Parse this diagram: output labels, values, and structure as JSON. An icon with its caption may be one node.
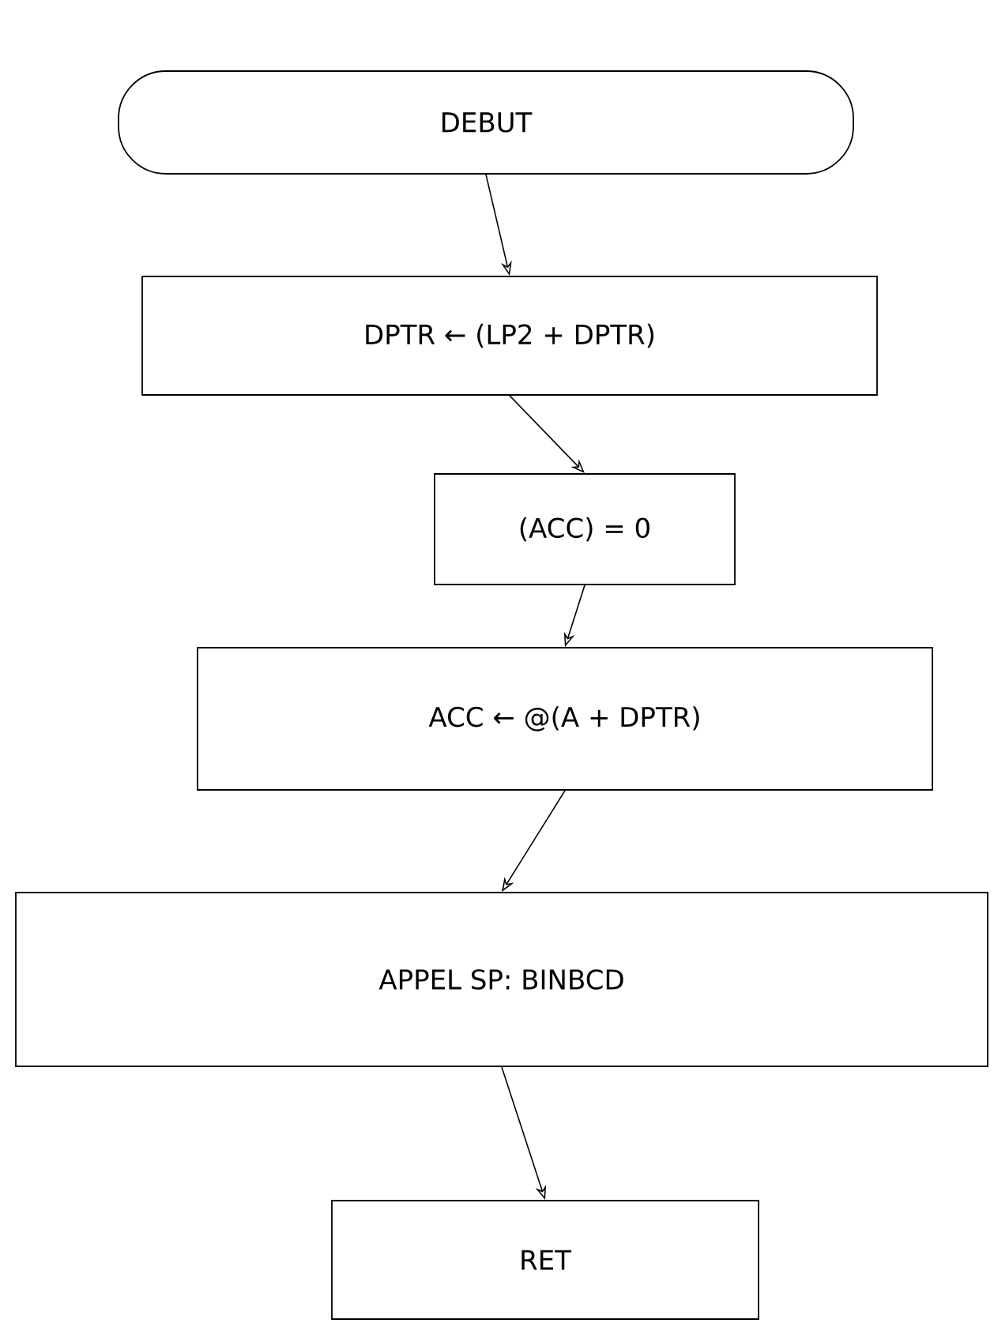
{
  "diagram": {
    "nodes": [
      {
        "text": [
          "DEBUT"
        ]
      },
      {
        "text": [
          "DPTR ← (LP2 + DPTR)"
        ]
      },
      {
        "text": [
          "(ACC) = 0"
        ]
      },
      {
        "text": [
          "ACC ← @(A + DPTR)"
        ]
      },
      {
        "text": [
          "APPEL SP: BINBCD"
        ]
      },
      {
        "text": [
          "RET"
        ]
      }
    ],
    "edges": [
      {
        "from": 0,
        "to": 1,
        "arrow": "to"
      },
      {
        "from": 1,
        "to": 2,
        "arrow": "to"
      },
      {
        "from": 2,
        "to": 3,
        "arrow": "to"
      },
      {
        "from": 3,
        "to": 4,
        "arrow": "to"
      },
      {
        "from": 4,
        "to": 5,
        "arrow": "to"
      }
    ]
  }
}
